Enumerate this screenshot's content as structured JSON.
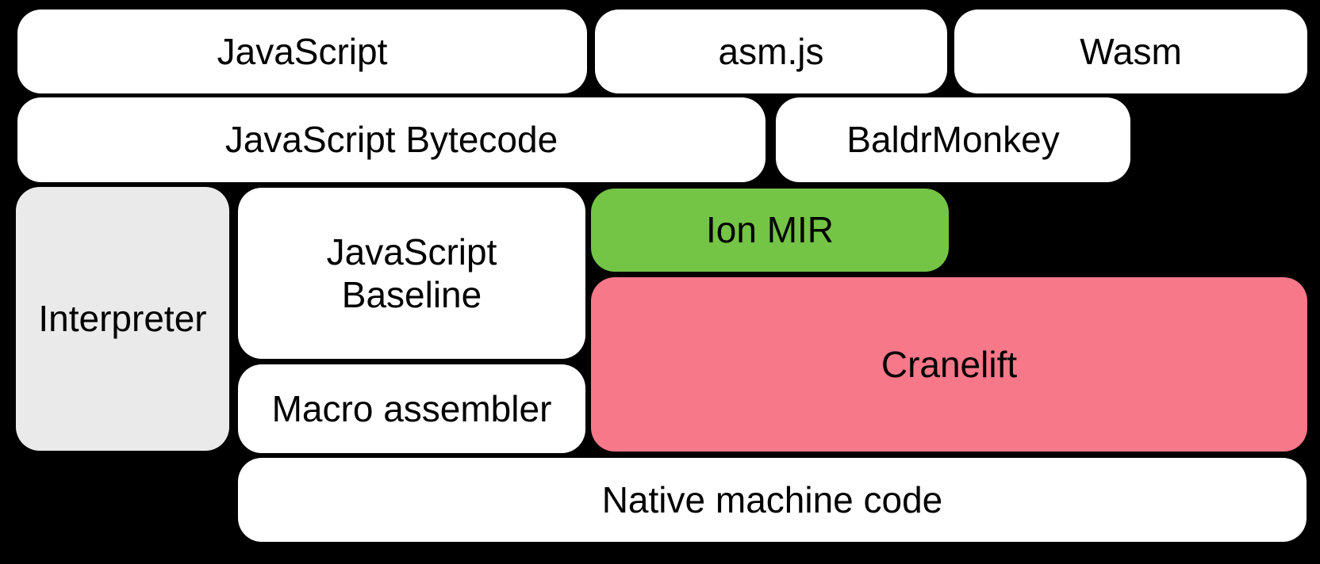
{
  "colors": {
    "background": "#000000",
    "box_white": "#ffffff",
    "box_gray": "#eaeaea",
    "box_green": "#74c446",
    "box_pink": "#f67889",
    "text": "#000000"
  },
  "nodes": [
    {
      "id": "javascript",
      "label": "JavaScript",
      "fill": "#ffffff"
    },
    {
      "id": "asmjs",
      "label": "asm.js",
      "fill": "#ffffff"
    },
    {
      "id": "wasm",
      "label": "Wasm",
      "fill": "#ffffff"
    },
    {
      "id": "javascript-bytecode",
      "label": "JavaScript Bytecode",
      "fill": "#ffffff"
    },
    {
      "id": "baldrmonkey",
      "label": "BaldrMonkey",
      "fill": "#ffffff"
    },
    {
      "id": "interpreter",
      "label": "Interpreter",
      "fill": "#eaeaea"
    },
    {
      "id": "javascript-baseline",
      "label": "JavaScript Baseline",
      "fill": "#ffffff"
    },
    {
      "id": "ion-mir",
      "label": "Ion MIR",
      "fill": "#74c446"
    },
    {
      "id": "cranelift",
      "label": "Cranelift",
      "fill": "#f67889"
    },
    {
      "id": "macro-assembler",
      "label": "Macro assembler",
      "fill": "#ffffff"
    },
    {
      "id": "native-machine-code",
      "label": "Native machine code",
      "fill": "#ffffff"
    }
  ]
}
